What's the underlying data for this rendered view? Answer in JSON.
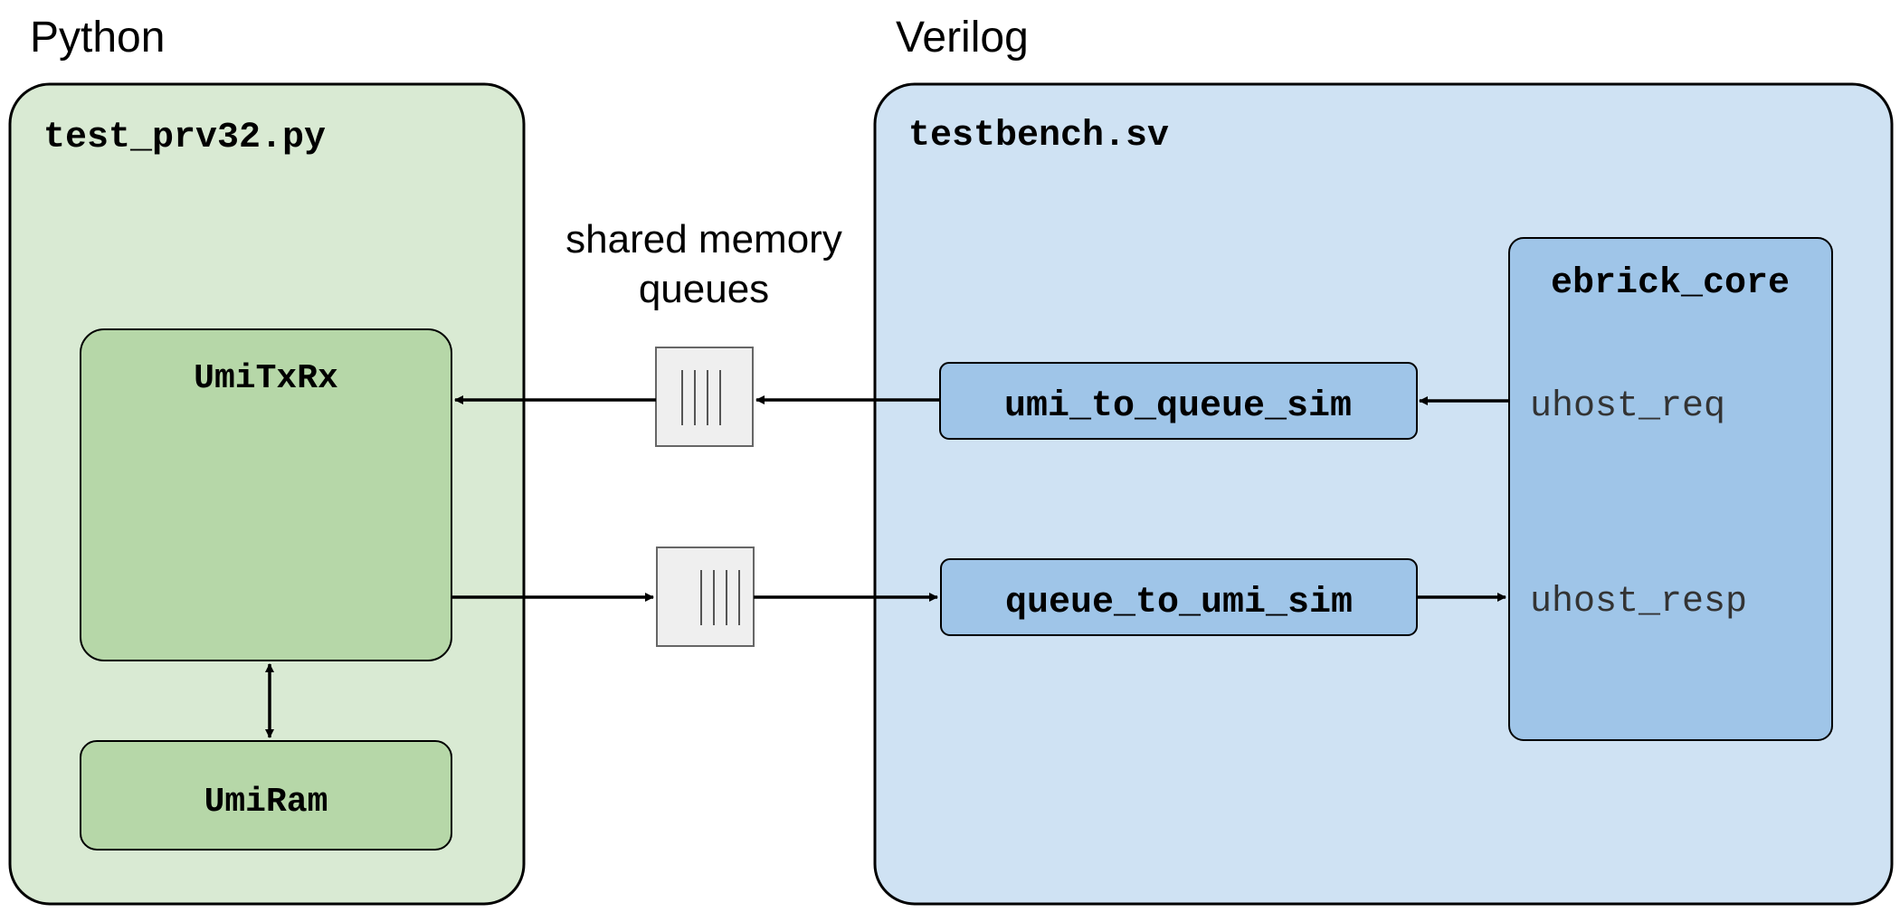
{
  "left_section": {
    "heading": "Python",
    "file": "test_prv32.py"
  },
  "right_section": {
    "heading": "Verilog",
    "file": "testbench.sv"
  },
  "queues": {
    "label_line1": "shared memory",
    "label_line2": "queues"
  },
  "blocks": {
    "umitxrx": "UmiTxRx",
    "umiram": "UmiRam",
    "umi_to_queue": "umi_to_queue_sim",
    "queue_to_umi": "queue_to_umi_sim",
    "ebrick_core": "ebrick_core"
  },
  "ports": {
    "uhost_req": "uhost_req",
    "uhost_resp": "uhost_resp"
  },
  "colors": {
    "python_bg": "#d9ead3",
    "python_block": "#b6d7a8",
    "verilog_bg": "#cfe2f3",
    "verilog_block": "#9fc5e8",
    "queue_bg": "#efefef",
    "stroke": "#000000"
  }
}
